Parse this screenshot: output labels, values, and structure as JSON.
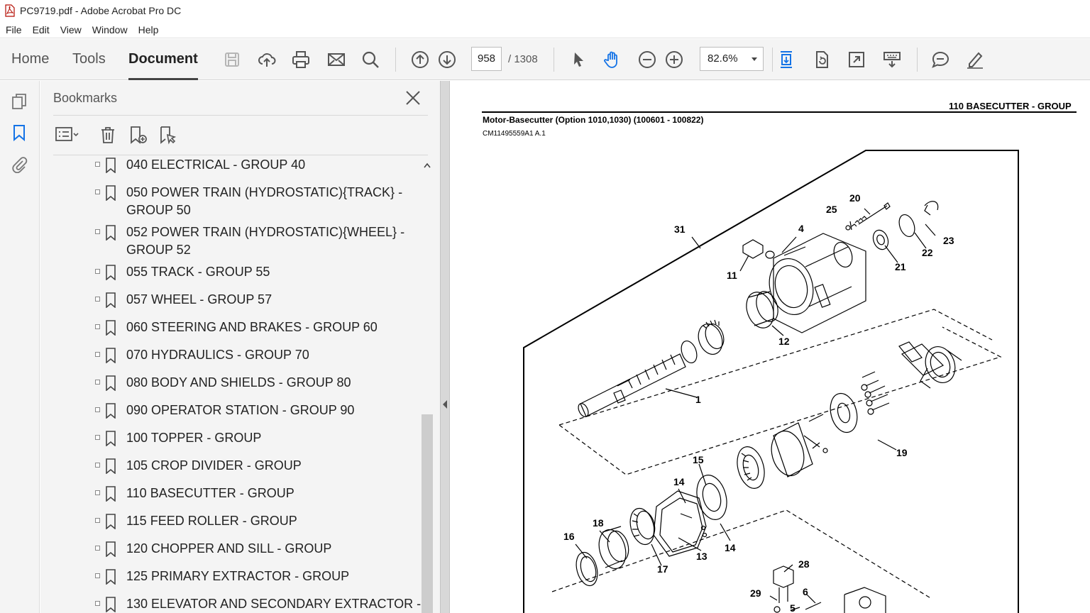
{
  "window": {
    "title": "PC9719.pdf - Adobe Acrobat Pro DC"
  },
  "menu": {
    "items": [
      "File",
      "Edit",
      "View",
      "Window",
      "Help"
    ]
  },
  "toolbar": {
    "tabs": [
      "Home",
      "Tools",
      "Document"
    ],
    "active_tab": "Document",
    "page_current": "958",
    "page_total": "/  1308",
    "zoom": "82.6%"
  },
  "bookmarks": {
    "title": "Bookmarks",
    "items": [
      "040 ELECTRICAL - GROUP 40",
      "050 POWER TRAIN (HYDROSTATIC){TRACK} - GROUP 50",
      "052 POWER TRAIN (HYDROSTATIC){WHEEL} - GROUP 52",
      "055 TRACK - GROUP 55",
      "057 WHEEL - GROUP 57",
      "060 STEERING AND BRAKES - GROUP 60",
      "070 HYDRAULICS - GROUP 70",
      "080 BODY AND SHIELDS - GROUP 80",
      "090 OPERATOR STATION - GROUP 90",
      "100 TOPPER - GROUP",
      "105 CROP DIVIDER - GROUP",
      "110 BASECUTTER - GROUP",
      "115 FEED ROLLER - GROUP",
      "120 CHOPPER AND SILL - GROUP",
      "125 PRIMARY EXTRACTOR - GROUP",
      "130 ELEVATOR AND SECONDARY EXTRACTOR -"
    ]
  },
  "document": {
    "section_header": "110 BASECUTTER - GROUP",
    "title": "Motor-Basecutter (Option 1010,1030) (100601 - 100822)",
    "code": "CM11495559A1 A.1",
    "callouts": [
      "20",
      "25",
      "31",
      "4",
      "23",
      "22",
      "11",
      "21",
      "12",
      "1",
      "19",
      "15",
      "14",
      "18",
      "16",
      "14",
      "17",
      "13",
      "28",
      "29",
      "6",
      "5"
    ]
  },
  "colors": {
    "accent": "#1473e6",
    "toolbar_bg": "#f4f4f4",
    "panel_bg": "#f4f4f4"
  }
}
